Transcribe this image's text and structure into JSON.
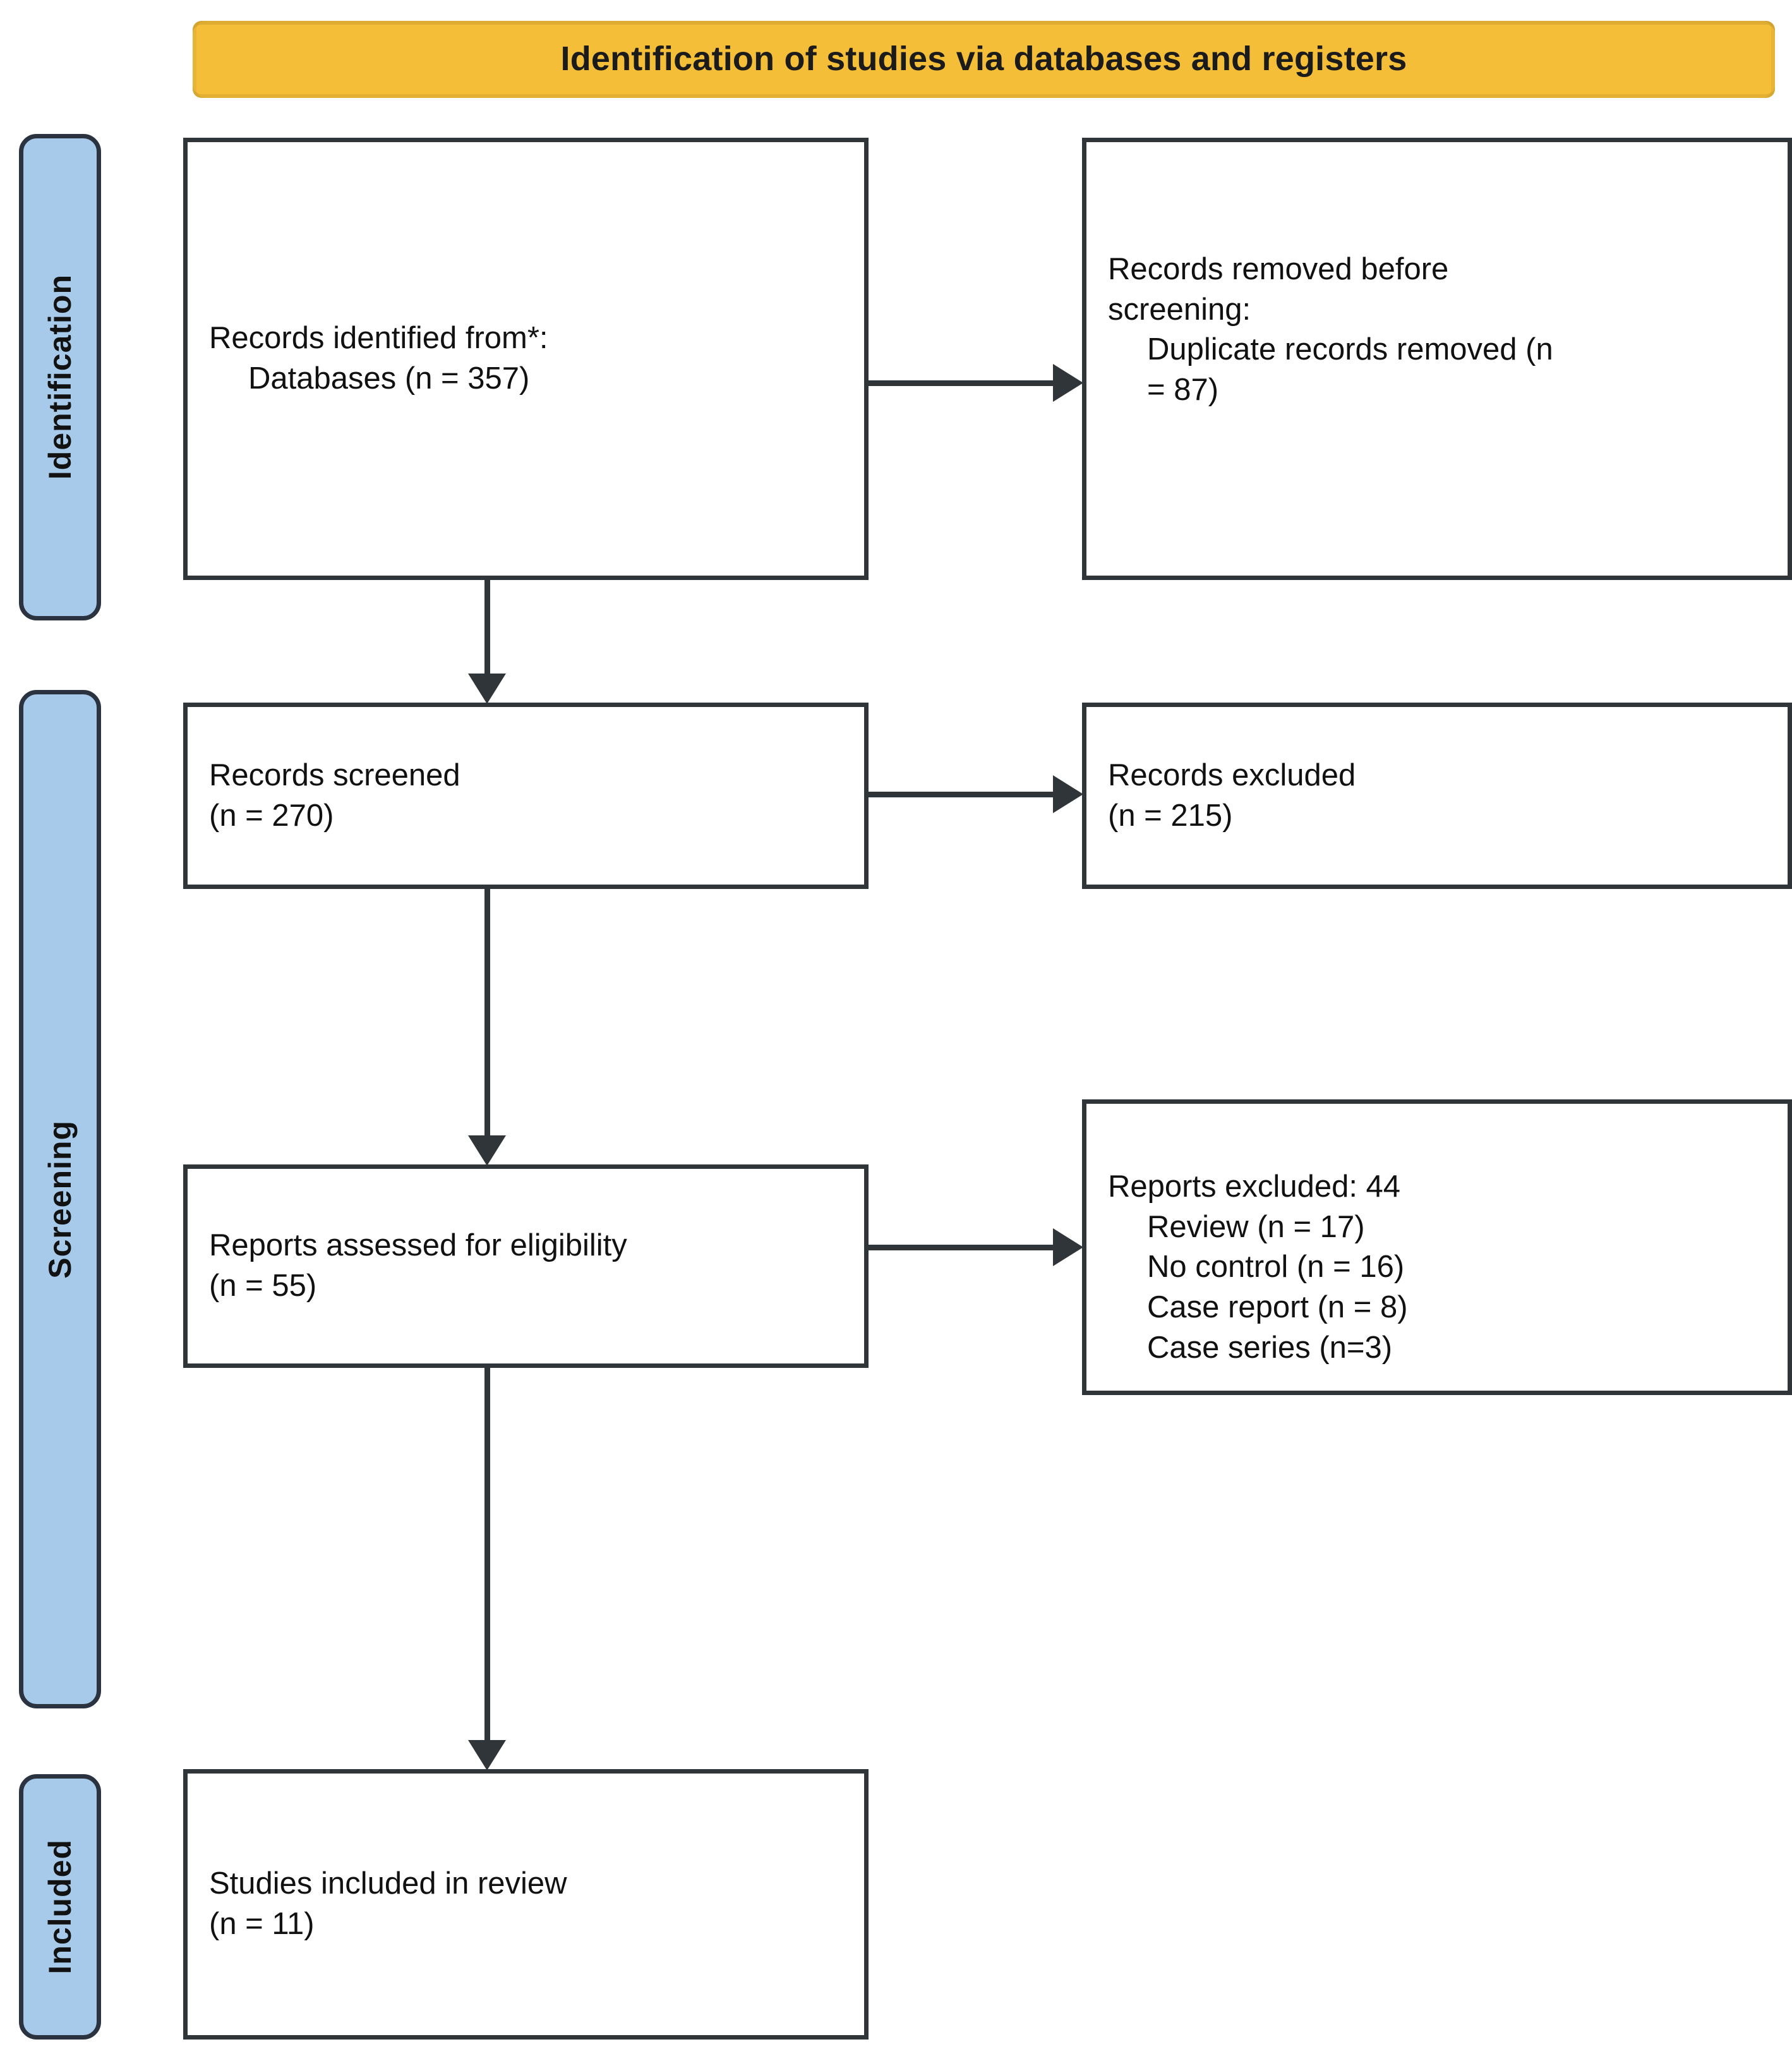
{
  "banner": {
    "title": "Identification of studies via databases and registers",
    "color": "#F5BE38"
  },
  "phases": {
    "identification": "Identification",
    "screening": "Screening",
    "included": "Included",
    "color": "#A7CAEA"
  },
  "boxes": {
    "identified": {
      "line1": "Records identified from*:",
      "line2": "Databases (n = 357)"
    },
    "removed": {
      "line1_a": "Records removed ",
      "line1_b": "before",
      "line2_italic": "screening",
      "line2_b": ":",
      "line3": "Duplicate records removed (n",
      "line4": "= 87)"
    },
    "screened": {
      "line1": "Records screened",
      "line2": "(n = 270)"
    },
    "excluded": {
      "line1": "Records excluded",
      "line2": "(n = 215)"
    },
    "eligibility": {
      "line1": "Reports assessed for eligibility",
      "line2": "(n = 55)"
    },
    "reports_excluded": {
      "heading": "Reports excluded: 44",
      "items": [
        "Review (n = 17)",
        "No control (n = 16)",
        "Case report (n = 8)",
        "Case series (n=3)"
      ]
    },
    "included": {
      "line1": "Studies included in review",
      "line2": "(n = 11)"
    }
  },
  "chart_data": {
    "type": "table",
    "title": "PRISMA 2020 flow diagram — Identification of studies via databases and registers",
    "stages": [
      {
        "phase": "Identification",
        "label": "Records identified from Databases",
        "n": 357
      },
      {
        "phase": "Identification",
        "label": "Duplicate records removed before screening",
        "n": 87
      },
      {
        "phase": "Screening",
        "label": "Records screened",
        "n": 270
      },
      {
        "phase": "Screening",
        "label": "Records excluded",
        "n": 215
      },
      {
        "phase": "Screening",
        "label": "Reports assessed for eligibility",
        "n": 55
      },
      {
        "phase": "Screening",
        "label": "Reports excluded (total)",
        "n": 44
      },
      {
        "phase": "Screening",
        "label": "Reports excluded: Review",
        "n": 17
      },
      {
        "phase": "Screening",
        "label": "Reports excluded: No control",
        "n": 16
      },
      {
        "phase": "Screening",
        "label": "Reports excluded: Case report",
        "n": 8
      },
      {
        "phase": "Screening",
        "label": "Reports excluded: Case series",
        "n": 3
      },
      {
        "phase": "Included",
        "label": "Studies included in review",
        "n": 11
      }
    ]
  }
}
